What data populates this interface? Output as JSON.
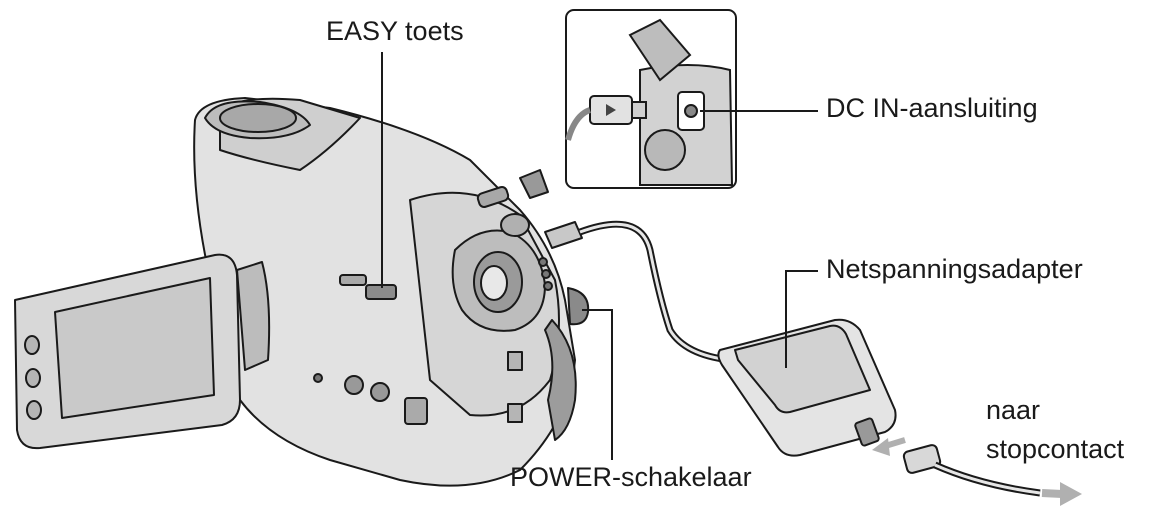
{
  "labels": {
    "easy": "EASY toets",
    "dc_in": "DC IN-aansluiting",
    "adapter": "Netspanningsadapter",
    "outlet_line1": "naar",
    "outlet_line2": "stopcontact",
    "power": "POWER-schakelaar"
  },
  "colors": {
    "line": "#1a1a1a",
    "body_light": "#e6e6e6",
    "body_mid": "#c4c4c4",
    "body_dark": "#8c8c8c",
    "screen": "#d2d2d2",
    "arrow_gray": "#b0b0b0"
  }
}
